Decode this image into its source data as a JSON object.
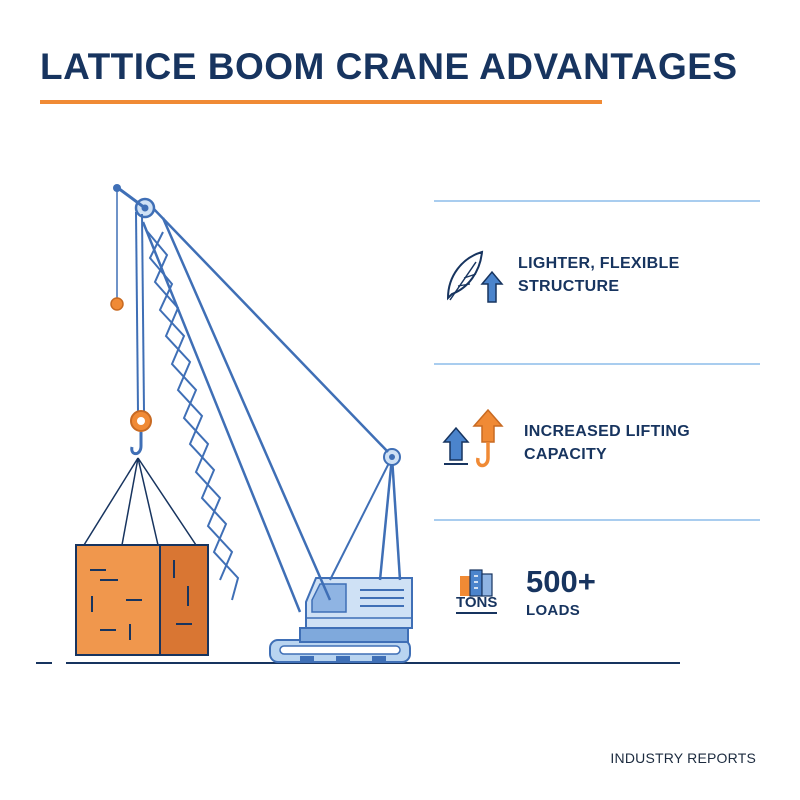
{
  "header": {
    "title": "LATTICE BOOM CRANE ADVANTAGES"
  },
  "colors": {
    "navy": "#17345f",
    "accent_orange": "#f08a35",
    "crane_blue": "#3f6fb6",
    "light_blue": "#a9cdef",
    "crate_orange": "#f0974d"
  },
  "features": [
    {
      "icon": "feather-up-arrow-icon",
      "line1": "LIGHTER, FLEXIBLE",
      "line2": "STRUCTURE"
    },
    {
      "icon": "arrows-hook-icon",
      "line1": "INCREASED LIFTING",
      "line2": "CAPACITY"
    },
    {
      "icon": "building-chart-icon",
      "value": "500+",
      "unit_label": "TONS",
      "label": "LOADS"
    }
  ],
  "footer": {
    "source": "INDUSTRY REPORTS"
  }
}
